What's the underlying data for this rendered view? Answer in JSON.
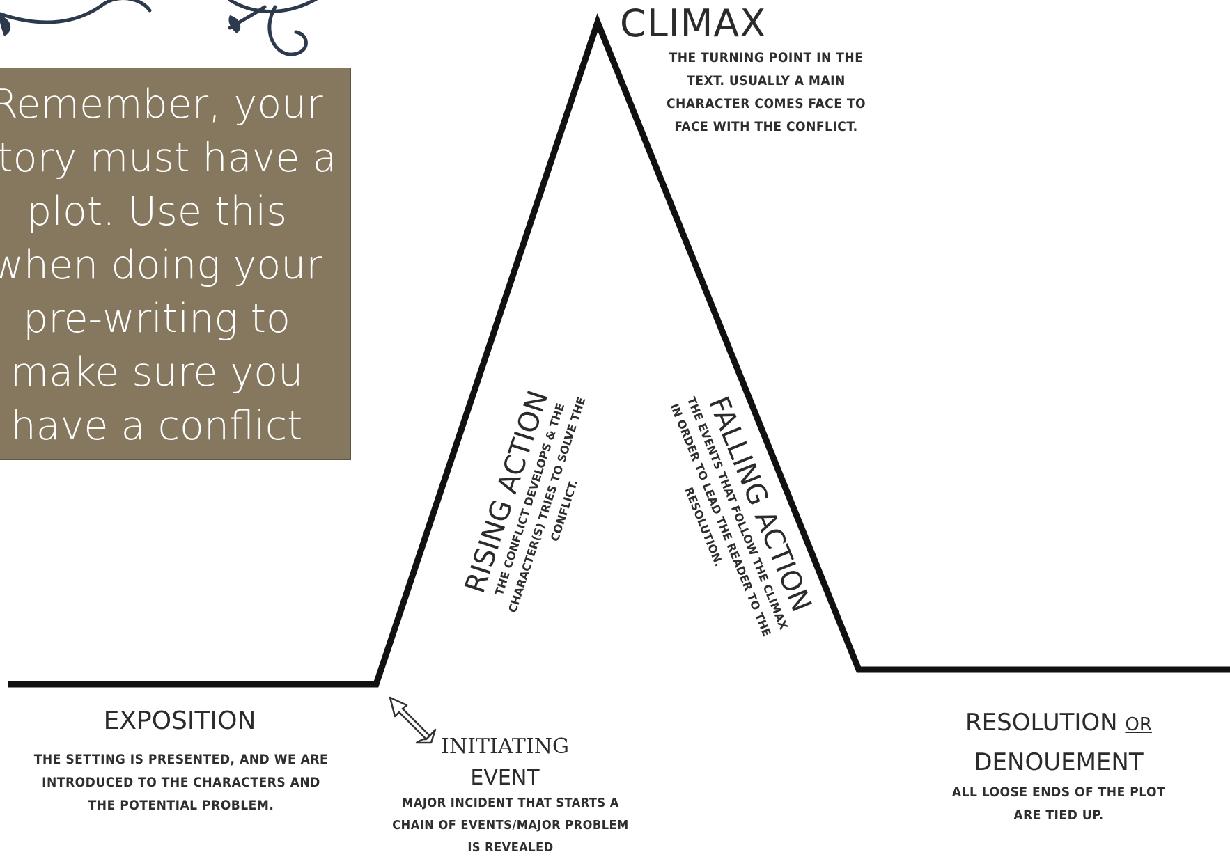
{
  "note": {
    "text": "Remember, your story must have a plot. Use this when doing your pre-writing to make sure you have a conflict developing."
  },
  "climax": {
    "title": "CLIMAX",
    "desc": "THE TURNING POINT IN THE TEXT. USUALLY A MAIN CHARACTER COMES FACE TO FACE WITH THE CONFLICT."
  },
  "rising": {
    "title": "RISING ACTION",
    "desc": "THE CONFLICT DEVELOPS & THE CHARACTER(S) TRIES TO SOLVE THE CONFLICT."
  },
  "falling": {
    "title": "FALLING ACTION",
    "desc": "THE EVENTS THAT FOLLOW THE CLIMAX IN ORDER TO LEAD THE READER TO THE RESOLUTION."
  },
  "exposition": {
    "title": "EXPOSITION",
    "desc": "THE SETTING IS PRESENTED, AND WE ARE INTRODUCED TO THE CHARACTERS AND  THE POTENTIAL PROBLEM."
  },
  "initiating": {
    "title_line1": "INITIATING",
    "title_line2": "EVENT",
    "desc": "MAJOR INCIDENT THAT STARTS A CHAIN OF EVENTS/MAJOR PROBLEM IS REVEALED"
  },
  "resolution": {
    "title_line1": "RESOLUTION",
    "or_word": "OR",
    "title_line2": "DENOUEMENT",
    "desc": "ALL LOOSE ENDS OF THE PLOT ARE TIED UP."
  },
  "colors": {
    "note_box": "#85785e",
    "line": "#111111",
    "text": "#2b2b2b"
  }
}
